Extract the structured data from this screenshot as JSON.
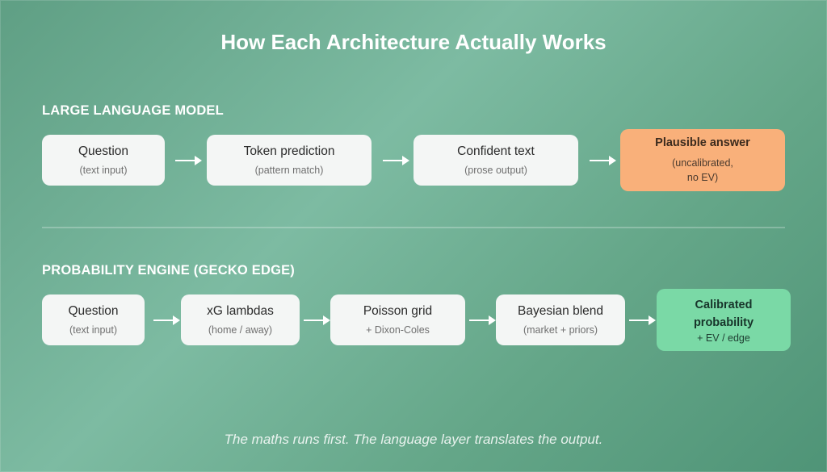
{
  "title": "How Each Architecture Actually Works",
  "llm": {
    "label": "LARGE LANGUAGE MODEL",
    "steps": [
      {
        "main": "Question",
        "sub": "(text input)"
      },
      {
        "main": "Token prediction",
        "sub": "(pattern match)"
      },
      {
        "main": "Confident text",
        "sub": "(prose output)"
      },
      {
        "main": "Plausible answer",
        "sub_line1": "(uncalibrated,",
        "sub_line2": "no EV)"
      }
    ]
  },
  "engine": {
    "label": "PROBABILITY ENGINE (GECKO EDGE)",
    "steps": [
      {
        "main": "Question",
        "sub": "(text input)"
      },
      {
        "main": "xG lambdas",
        "sub": "(home / away)"
      },
      {
        "main": "Poisson grid",
        "sub": "+ Dixon-Coles"
      },
      {
        "main": "Bayesian blend",
        "sub": "(market + priors)"
      },
      {
        "main_line1": "Calibrated",
        "main_line2": "probability",
        "sub": "+ EV / edge"
      }
    ]
  },
  "caption": "The maths runs first. The language layer translates the output.",
  "colors": {
    "background": "#6aa98d",
    "box": "#f4f6f5",
    "llm_result": "#f9b07a",
    "engine_result": "#7ad9a6"
  }
}
